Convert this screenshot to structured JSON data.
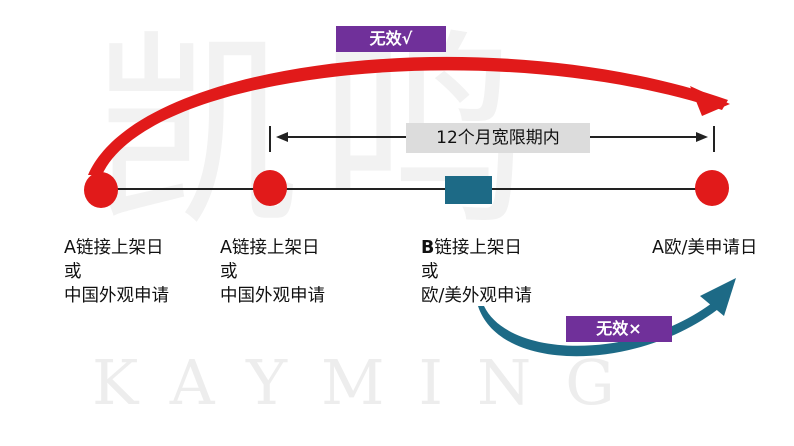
{
  "watermark": {
    "text_cn": "凯鸣",
    "text_en": "KAYMING"
  },
  "colors": {
    "marker_red": "#e11a1a",
    "marker_teal": "#1d6a86",
    "badge_purple": "#70309a",
    "timeline": "#222222",
    "period_box": "#dcdcdc"
  },
  "period": {
    "label": "12个月宽限期内"
  },
  "badges": {
    "invalid_yes": "无效√",
    "invalid_no": "无效×"
  },
  "events": {
    "a_launch": {
      "line1": "A链接上架日",
      "line2": "或",
      "line3": "中国外观申请"
    },
    "a_launch_2": {
      "line1": "A链接上架日",
      "line2": "或",
      "line3": "中国外观申请"
    },
    "b_launch": {
      "prefix": "B",
      "line1": "链接上架日",
      "line2": "或",
      "line3": "欧/美外观申请"
    },
    "a_eu_us": {
      "line1": "A欧/美申请日"
    }
  }
}
